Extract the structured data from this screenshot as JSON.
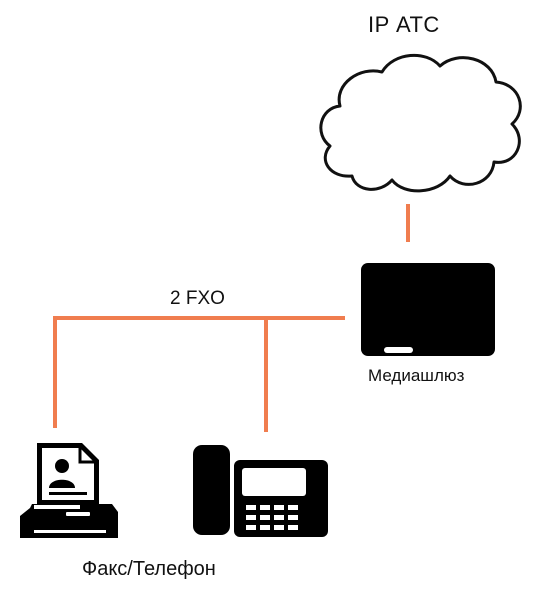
{
  "diagram": {
    "ip_pbx_label": "IP АТС",
    "link_label": "2 FXO",
    "gateway_label": "Медиашлюз",
    "devices_label": "Факс/Телефон"
  },
  "colors": {
    "link": "#f07d4f",
    "device": "#000000",
    "background": "#ffffff"
  },
  "icons": [
    "cloud-icon",
    "media-gateway-icon",
    "fax-icon",
    "desk-phone-icon"
  ]
}
